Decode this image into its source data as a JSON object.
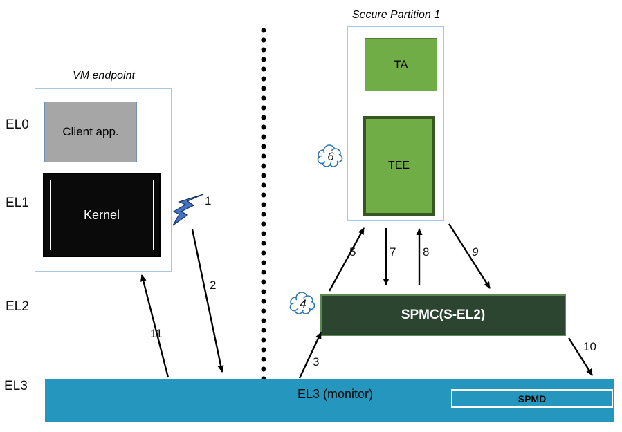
{
  "levels": [
    "EL0",
    "EL1",
    "EL2",
    "EL3"
  ],
  "vm": {
    "title": "VM endpoint",
    "client_app": "Client app.",
    "kernel": "Kernel"
  },
  "partition": {
    "title": "Secure Partition 1",
    "ta": "TA",
    "tee": "TEE"
  },
  "spmc": {
    "label": "SPMC(S-EL2)"
  },
  "el3": {
    "label": "EL3 (monitor)",
    "spmd": "SPMD"
  },
  "arrows": {
    "n1": "1",
    "n2": "2",
    "n3": "3",
    "n4": "4",
    "n5": "5",
    "n6": "6",
    "n7": "7",
    "n8": "8",
    "n9": "9",
    "n10": "10",
    "n11": "11"
  },
  "colors": {
    "client_app_fill": "#a6a6a6",
    "kernel_fill": "#000000",
    "green_fill": "#70ad47",
    "tee_border": "#375623",
    "spmc_fill": "#2b4531",
    "el3_bar_fill": "#2596be",
    "frame_border": "#a8c6e5",
    "lightning_fill": "#4472c4",
    "cloud_stroke": "#2e74b5",
    "arrow_color": "#000000"
  }
}
